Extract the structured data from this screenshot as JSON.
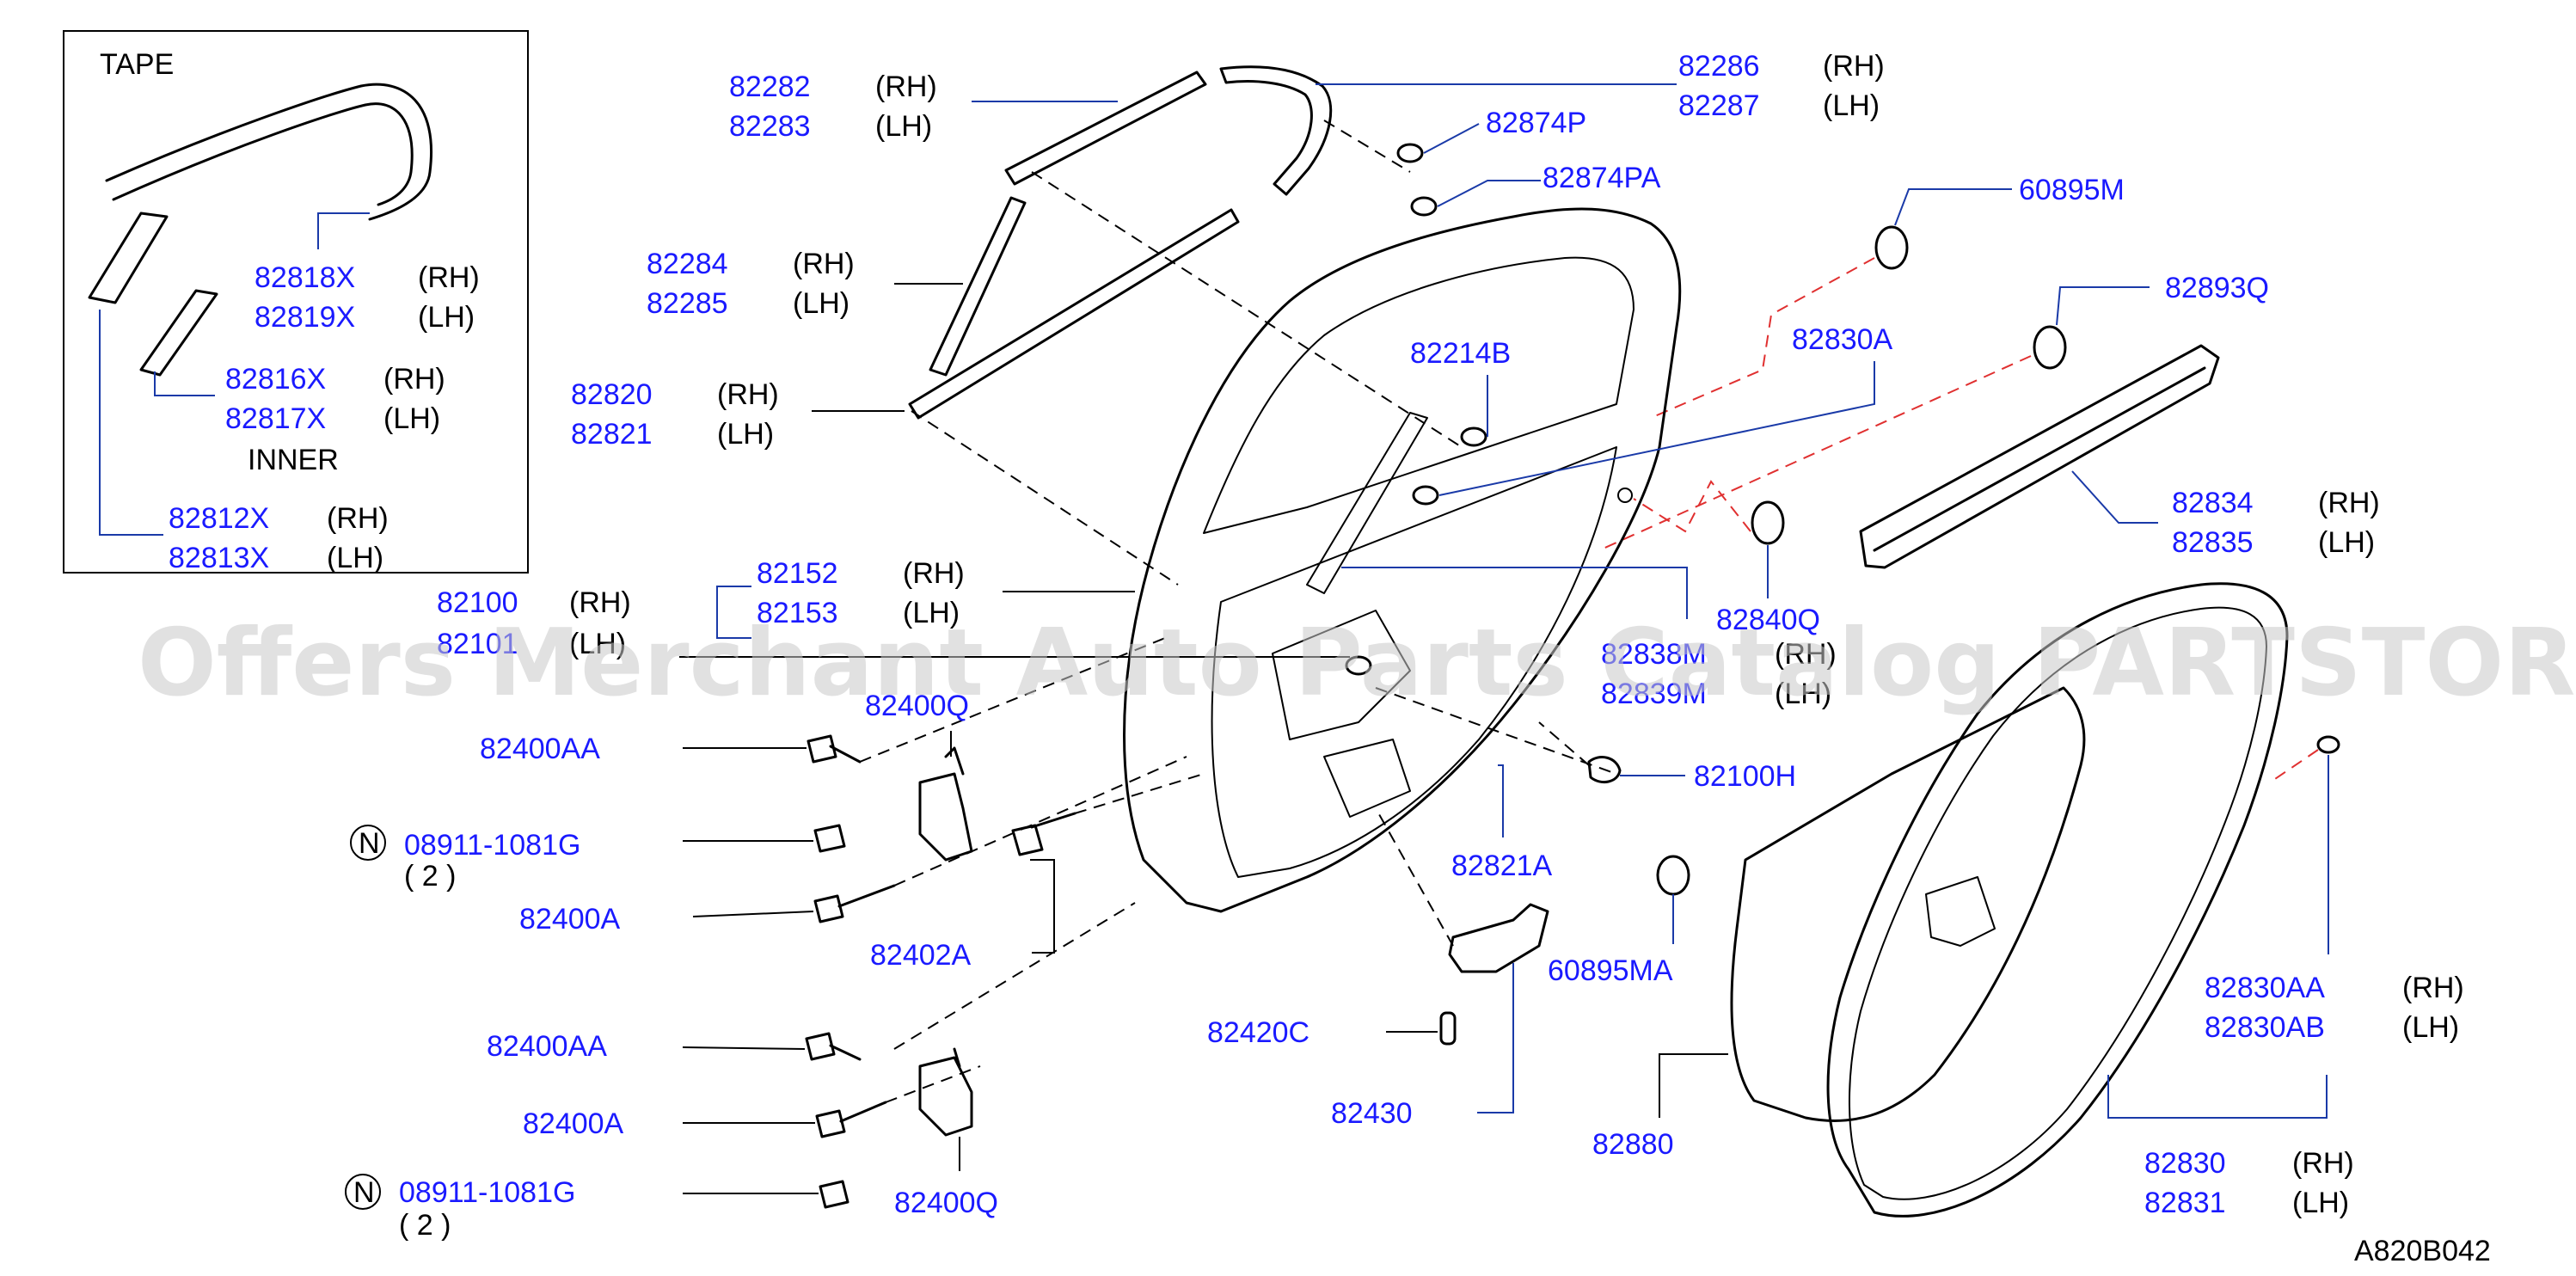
{
  "diagram_code": "A820B042",
  "watermark": "Offers Merchant Auto Parts Catalog PARTSTORE.SA",
  "inset": {
    "title": "TAPE",
    "inner_label": "INNER"
  },
  "side": {
    "rh": "(RH)",
    "lh": "(LH)"
  },
  "note": {
    "n_symbol": "N",
    "qty_1": "( 2 )",
    "qty_2": "( 2 )"
  },
  "parts": {
    "p82818X": "82818X",
    "p82819X": "82819X",
    "p82816X": "82816X",
    "p82817X": "82817X",
    "p82812X": "82812X",
    "p82813X": "82813X",
    "p82282": "82282",
    "p82283": "82283",
    "p82286": "82286",
    "p82287": "82287",
    "p82874P": "82874P",
    "p82874PA": "82874PA",
    "p60895M": "60895M",
    "p82893Q": "82893Q",
    "p82284": "82284",
    "p82285": "82285",
    "p82214B": "82214B",
    "p82830A": "82830A",
    "p82820": "82820",
    "p82821": "82821",
    "p82834": "82834",
    "p82835": "82835",
    "p82152": "82152",
    "p82153": "82153",
    "p82100": "82100",
    "p82101": "82101",
    "p82840Q": "82840Q",
    "p82838M": "82838M",
    "p82839M": "82839M",
    "p82400Q_top": "82400Q",
    "p82400AA_top": "82400AA",
    "p08911_top": "08911-1081G",
    "p82400A_top": "82400A",
    "p82402A": "82402A",
    "p82100H": "82100H",
    "p82821A": "82821A",
    "p60895MA": "60895MA",
    "p82420C": "82420C",
    "p82430": "82430",
    "p82880": "82880",
    "p82830AA": "82830AA",
    "p82830AB": "82830AB",
    "p82830": "82830",
    "p82831": "82831",
    "p82400AA_bot": "82400AA",
    "p82400A_bot": "82400A",
    "p08911_bot": "08911-1081G",
    "p82400Q_bot": "82400Q"
  }
}
